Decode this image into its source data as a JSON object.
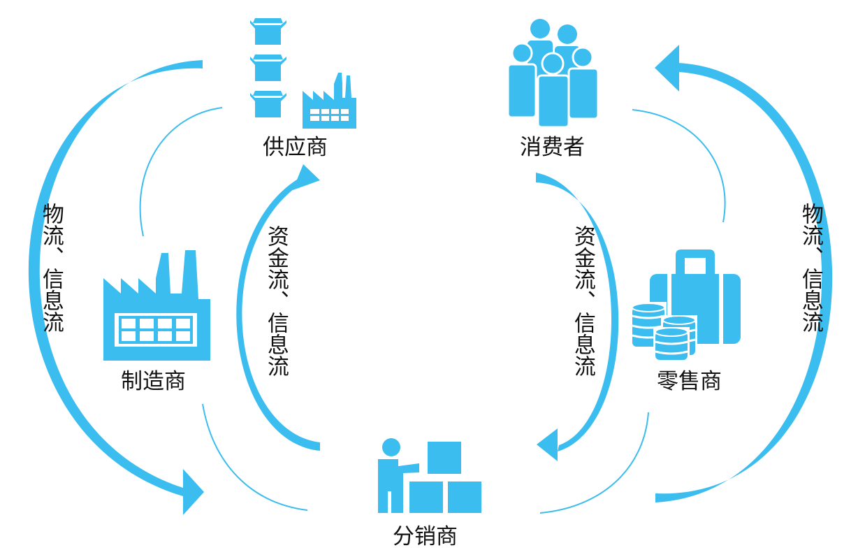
{
  "nodes": {
    "supplier": "供应商",
    "manufacturer": "制造商",
    "distributor": "分销商",
    "retailer": "零售商",
    "consumer": "消费者"
  },
  "flows": {
    "outer_left": "物流、信息流",
    "inner_left": "资金流、信息流",
    "inner_right": "资金流、信息流",
    "outer_right": "物流、信息流"
  },
  "colors": {
    "accent": "#3bbdef",
    "text": "#111111",
    "background": "#ffffff"
  },
  "icons": {
    "supplier": "boxes-and-factory-icon",
    "manufacturer": "factory-icon",
    "distributor": "worker-with-boxes-icon",
    "retailer": "suitcase-and-coins-icon",
    "consumer": "people-group-icon"
  }
}
